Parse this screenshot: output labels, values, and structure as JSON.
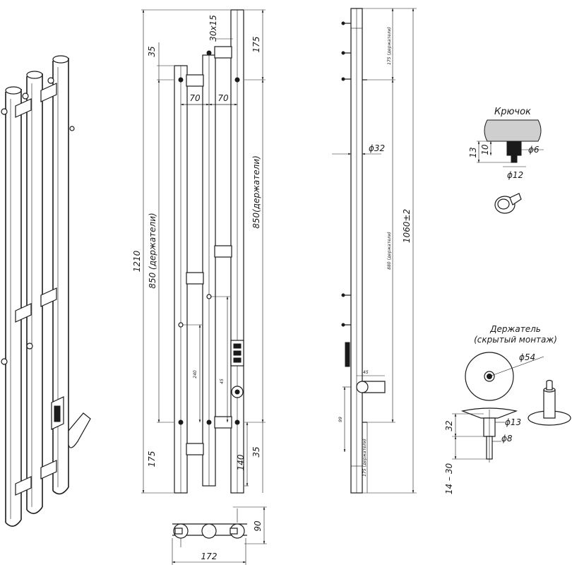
{
  "front_view": {
    "dims": {
      "total_height": "1210",
      "holders_left": "850 (держатели)",
      "holders_right": "850(держатели)",
      "top_35": "35",
      "top_175": "175",
      "section_30x15": "30x15",
      "gap_70_a": "70",
      "gap_70_b": "70",
      "bottom_175": "175",
      "bottom_140": "140",
      "bottom_35": "35",
      "inner_240": "240",
      "inner_45": "45"
    }
  },
  "top_view": {
    "dims": {
      "width_172": "172",
      "depth_90": "90"
    }
  },
  "side_view": {
    "dims": {
      "diameter_32": "ϕ32",
      "total_1060": "1060±2",
      "holders_880": "880 (держатели)",
      "top_175_holders": "175 (держатели)",
      "bottom_175_holders": "175 (держатели)",
      "outlet_45": "45",
      "outlet_99": "99"
    }
  },
  "hook_detail": {
    "title": "Крючок",
    "dims": {
      "height_13": "13",
      "height_10": "10",
      "diameter_6": "ϕ6",
      "diameter_12": "ϕ12"
    }
  },
  "holder_detail": {
    "title_line1": "Держатель",
    "title_line2": "(скрытый монтаж)",
    "dims": {
      "diameter_54": "ϕ54",
      "diameter_13": "ϕ13",
      "diameter_8": "ϕ8",
      "length_32": "32",
      "range_14_30": "14 – 30"
    }
  }
}
